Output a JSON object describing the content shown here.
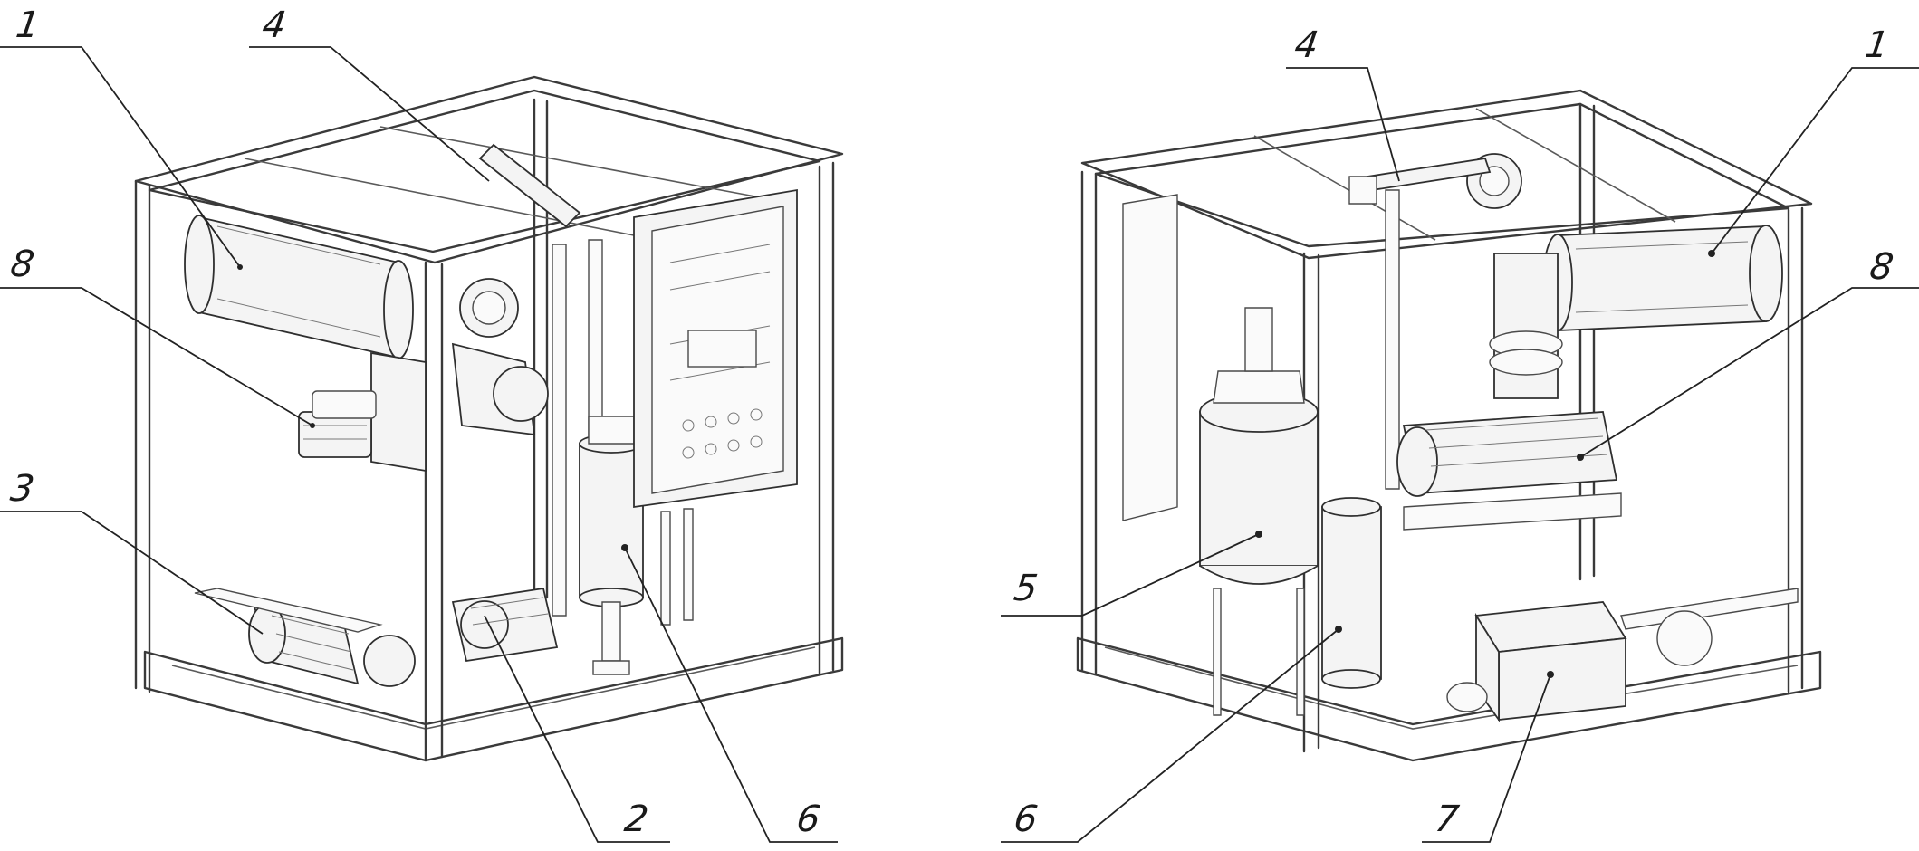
{
  "figure": {
    "left_view": {
      "callouts": [
        "1",
        "4",
        "8",
        "3",
        "2",
        "6"
      ]
    },
    "right_view": {
      "callouts": [
        "4",
        "1",
        "8",
        "5",
        "6",
        "7"
      ]
    }
  }
}
